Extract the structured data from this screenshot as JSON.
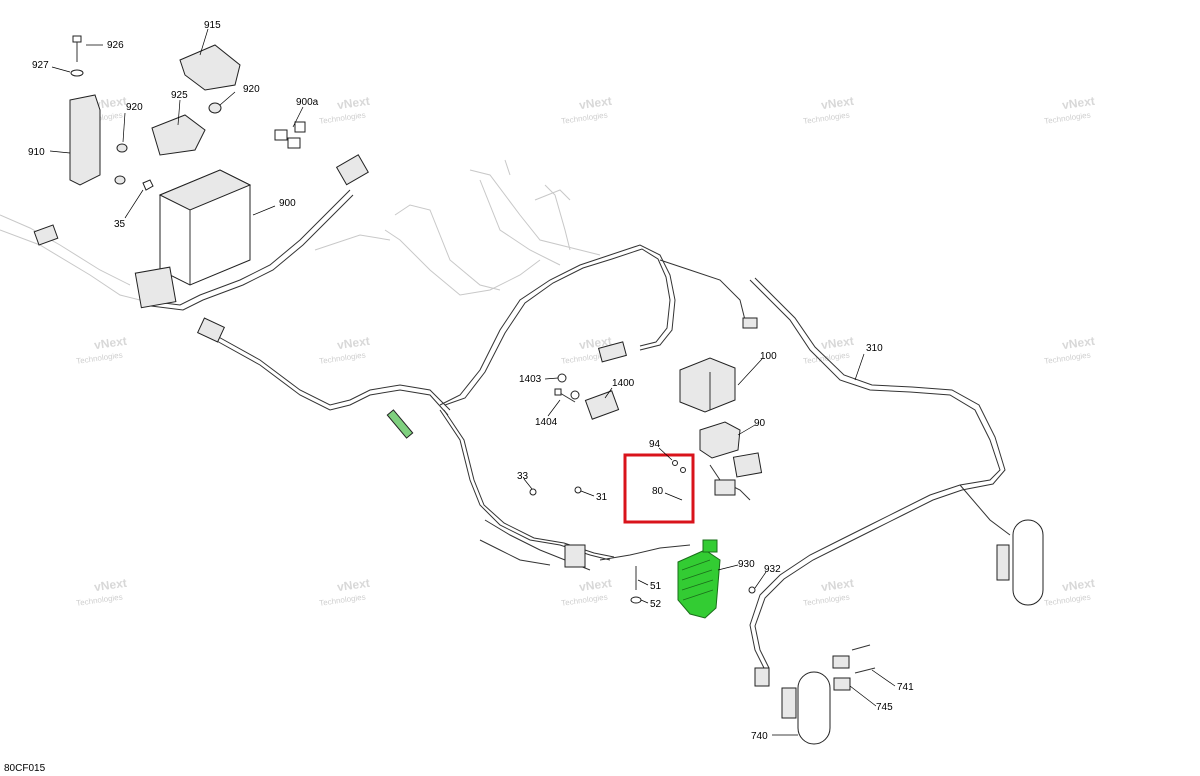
{
  "diagram": {
    "document_code": "80CF015",
    "watermark_line1": "vNext",
    "watermark_line2": "Technologies",
    "highlight_color": "#d9131b",
    "highlight_part_color": "#33cc33",
    "callouts": {
      "c926": "926",
      "c927": "927",
      "c915": "915",
      "c920a": "920",
      "c920b": "920",
      "c925": "925",
      "c900a": "900a",
      "c910": "910",
      "c35": "35",
      "c900": "900",
      "c310": "310",
      "c100": "100",
      "c1403": "1403",
      "c1400": "1400",
      "c1404": "1404",
      "c90": "90",
      "c94": "94",
      "c80": "80",
      "c33": "33",
      "c31": "31",
      "c930": "930",
      "c932": "932",
      "c51": "51",
      "c52": "52",
      "c741": "741",
      "c745": "745",
      "c740": "740"
    }
  }
}
